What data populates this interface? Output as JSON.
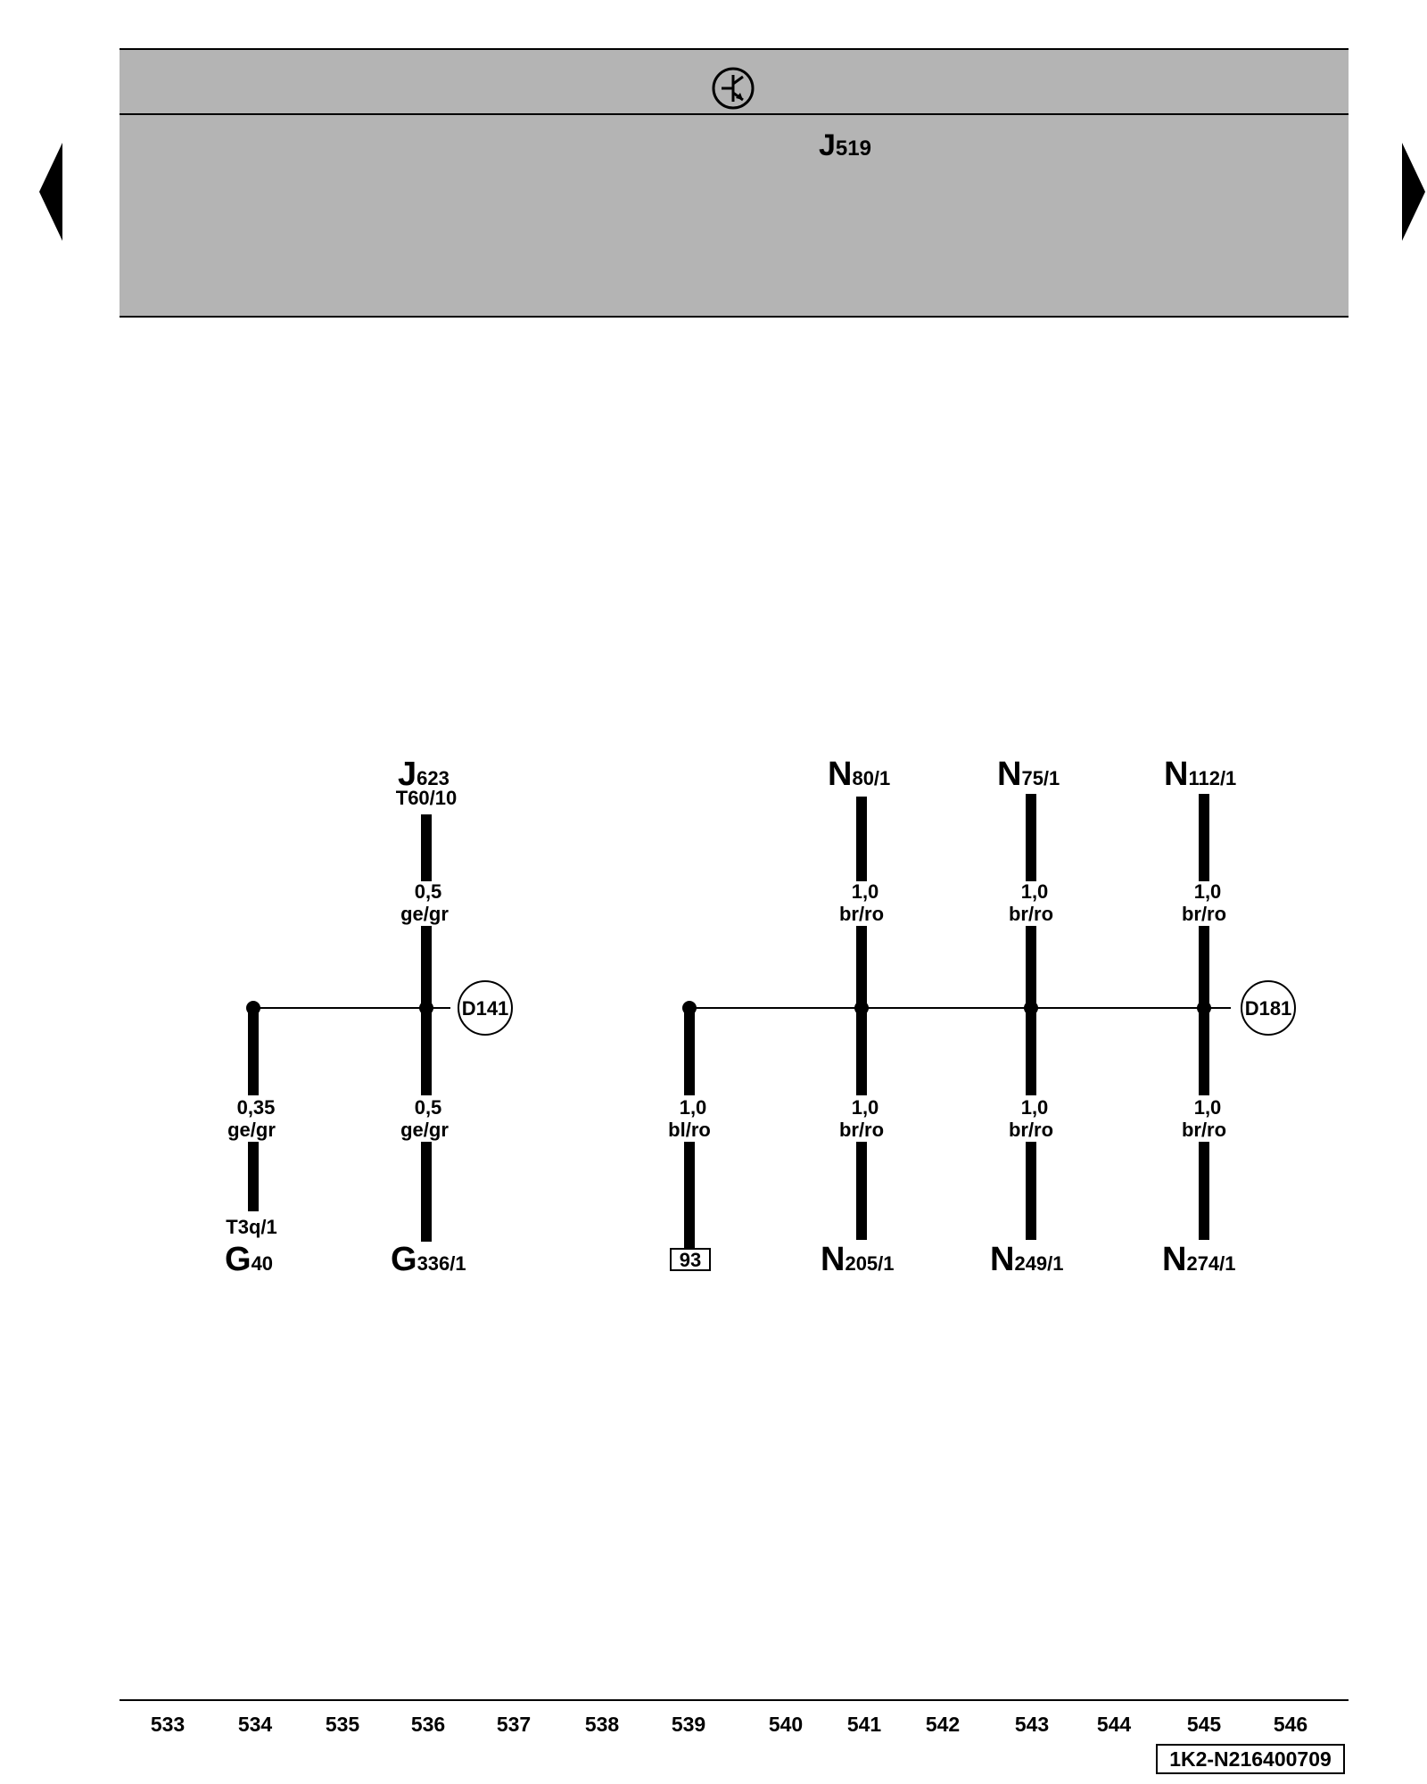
{
  "header": {
    "control_unit": {
      "main": "J",
      "sub": "519"
    },
    "symbol": "transistor-ground-icon"
  },
  "navigation": {
    "prev": "triangle-left-icon",
    "next": "triangle-right-icon"
  },
  "components": {
    "j623": {
      "main": "J",
      "sub": "623",
      "connector": "T60/10"
    },
    "n80": {
      "main": "N",
      "sub": "80/1"
    },
    "n75": {
      "main": "N",
      "sub": "75/1"
    },
    "n112": {
      "main": "N",
      "sub": "112/1"
    },
    "g40": {
      "main": "G",
      "sub": "40",
      "connector": "T3q/1"
    },
    "g336": {
      "main": "G",
      "sub": "336/1"
    },
    "n205": {
      "main": "N",
      "sub": "205/1"
    },
    "n249": {
      "main": "N",
      "sub": "249/1"
    },
    "n274": {
      "main": "N",
      "sub": "274/1"
    },
    "ground_93": "93"
  },
  "connections": {
    "d141": "D141",
    "d181": "D181"
  },
  "wires": {
    "j623_top": {
      "size": "0,5",
      "color": "ge/gr"
    },
    "j623_bottom": {
      "size": "0,5",
      "color": "ge/gr"
    },
    "g40": {
      "size": "0,35",
      "color": "ge/gr"
    },
    "g93": {
      "size": "1,0",
      "color": "bl/ro"
    },
    "n80_top": {
      "size": "1,0",
      "color": "br/ro"
    },
    "n75_top": {
      "size": "1,0",
      "color": "br/ro"
    },
    "n112_top": {
      "size": "1,0",
      "color": "br/ro"
    },
    "n205": {
      "size": "1,0",
      "color": "br/ro"
    },
    "n249": {
      "size": "1,0",
      "color": "br/ro"
    },
    "n274": {
      "size": "1,0",
      "color": "br/ro"
    }
  },
  "column_numbers": [
    "533",
    "534",
    "535",
    "536",
    "537",
    "538",
    "539",
    "540",
    "541",
    "542",
    "543",
    "544",
    "545",
    "546"
  ],
  "document_id": "1K2-N216400709",
  "colors": {
    "header_band": "#b4b4b4",
    "ink": "#000000"
  }
}
